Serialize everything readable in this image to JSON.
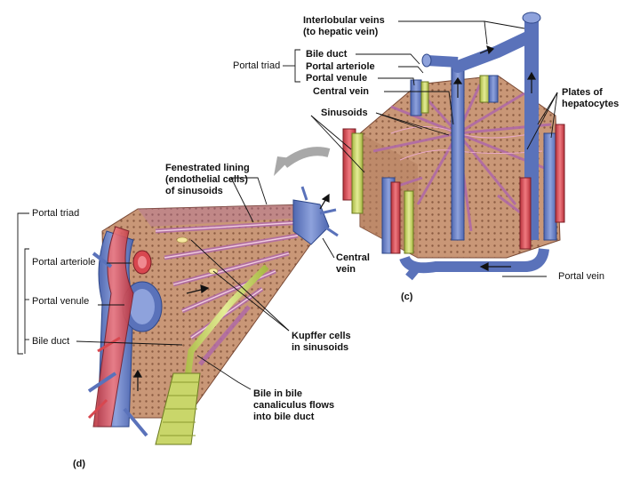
{
  "labels": {
    "interlobular_veins_1": "Interlobular veins",
    "interlobular_veins_2": "(to hepatic vein)",
    "bile_duct_c": "Bile duct",
    "portal_arteriole_c": "Portal arteriole",
    "portal_venule_c": "Portal venule",
    "portal_triad_c": "Portal triad",
    "central_vein_c": "Central vein",
    "sinusoids_c": "Sinusoids",
    "plates_1": "Plates of",
    "plates_2": "hepatocytes",
    "fenestrated_1": "Fenestrated lining",
    "fenestrated_2": "(endothelial cells)",
    "fenestrated_3": "of sinusoids",
    "portal_triad_d": "Portal triad",
    "portal_arteriole_d": "Portal arteriole",
    "portal_venule_d": "Portal venule",
    "bile_duct_d": "Bile duct",
    "central_vein_d_1": "Central",
    "central_vein_d_2": "vein",
    "kupffer_1": "Kupffer cells",
    "kupffer_2": "in sinusoids",
    "bile_canaliculus_1": "Bile in bile",
    "bile_canaliculus_2": "canaliculus flows",
    "bile_canaliculus_3": "into bile duct",
    "portal_vein": "Portal vein",
    "fig_c": "(c)",
    "fig_d": "(d)"
  },
  "colors": {
    "vein_blue": "#6f86c8",
    "artery_red": "#d8474f",
    "bile_green": "#c9d66a",
    "hepatocyte_tan": "#c89a78",
    "sinusoid_purple": "#b06aa6"
  }
}
